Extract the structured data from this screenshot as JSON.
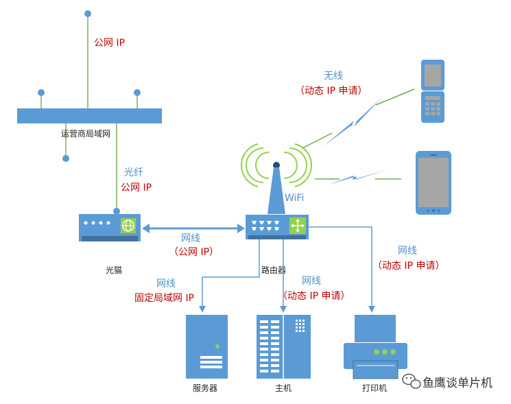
{
  "colors": {
    "device": "#5b9bd5",
    "device_dark": "#41719c",
    "wire": "#5b9bd5",
    "wifi_green": "#70ad47",
    "label_blue": "#4f8fc8",
    "label_red": "#c00000"
  },
  "labels": {
    "public_ip_top": "公网 IP",
    "isp_lan": "运营商局域网",
    "fiber": "光纤",
    "fiber_ip": "公网 IP",
    "wifi": "WiFi",
    "wireless": "无线",
    "wireless_ip": "（动态 IP 申请）",
    "cable_modem_router": "网线",
    "cable_modem_router_ip": "（公网 IP）",
    "modem": "光猫",
    "router": "路由器",
    "cable_server": "网线",
    "server_ip": "固定局域网 IP",
    "cable_host": "网线",
    "host_ip": "（动态 IP 申请）",
    "cable_printer": "网线",
    "printer_ip": "（动态 IP 申请）",
    "server": "服务器",
    "host": "主机",
    "printer": "打印机",
    "watermark": "鱼鹰谈单片机"
  },
  "icons": [
    "feature-phone-icon",
    "smartphone-icon",
    "lightning-icon",
    "wifi-antenna-icon",
    "wechat-icon"
  ]
}
